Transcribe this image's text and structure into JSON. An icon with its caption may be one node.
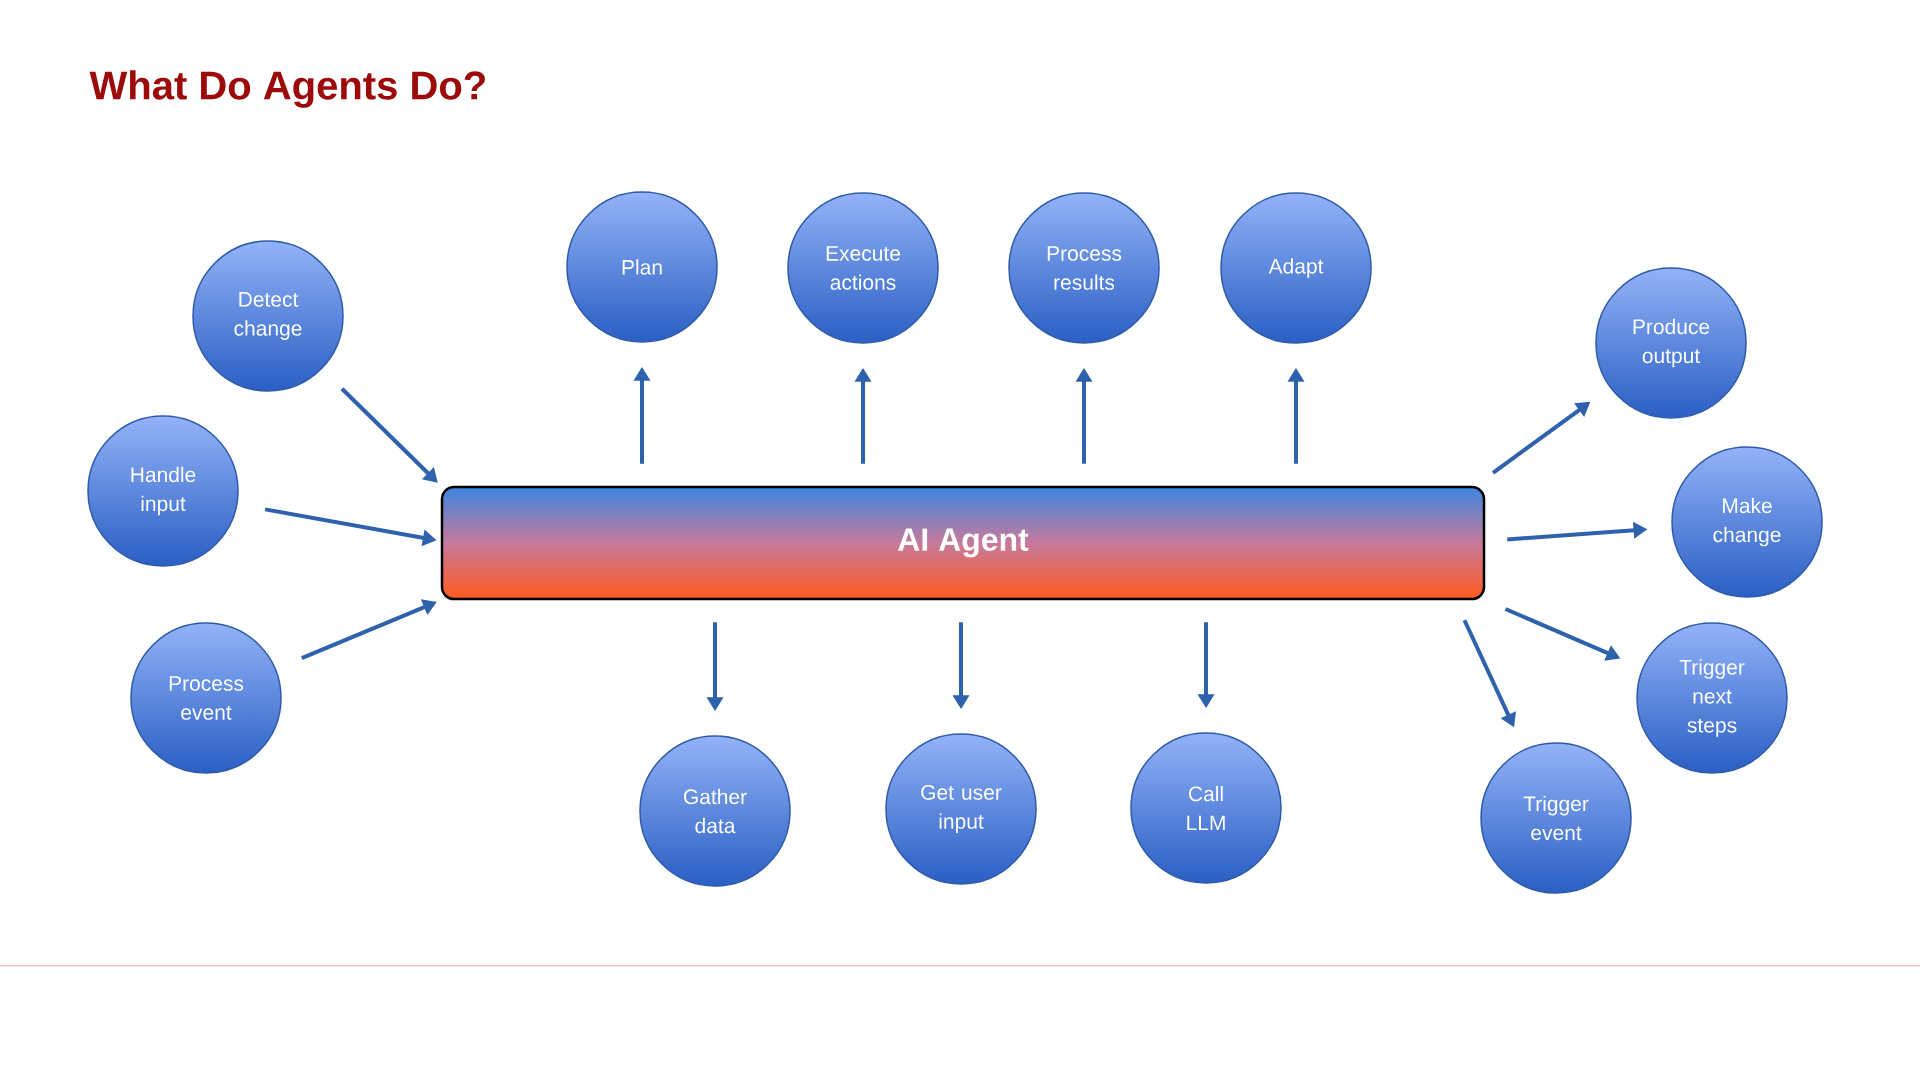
{
  "diagram": {
    "title": "What Do Agents Do?",
    "nodes": [
      {
        "text": [
          "Detect change"
        ]
      },
      {
        "text": [
          "Handle input"
        ]
      },
      {
        "text": [
          "Process event"
        ]
      },
      {
        "text": [
          "AI Agent"
        ]
      },
      {
        "text": [
          "Plan"
        ]
      },
      {
        "text": [
          "Execute actions"
        ]
      },
      {
        "text": [
          "Process results"
        ]
      },
      {
        "text": [
          "Adapt"
        ]
      },
      {
        "text": [
          "Gather data"
        ]
      },
      {
        "text": [
          "Get user input"
        ]
      },
      {
        "text": [
          "Call LLM"
        ]
      },
      {
        "text": [
          "Produce output"
        ]
      },
      {
        "text": [
          "Make change"
        ]
      },
      {
        "text": [
          "Trigger next steps"
        ]
      },
      {
        "text": [
          "Trigger event"
        ]
      }
    ],
    "edges": [
      {
        "from": 0,
        "to": 3,
        "arrow": "to"
      },
      {
        "from": 1,
        "to": 3,
        "arrow": "to"
      },
      {
        "from": 2,
        "to": 3,
        "arrow": "to"
      },
      {
        "from": 3,
        "to": 4,
        "arrow": "to"
      },
      {
        "from": 3,
        "to": 5,
        "arrow": "to"
      },
      {
        "from": 3,
        "to": 6,
        "arrow": "to"
      },
      {
        "from": 3,
        "to": 7,
        "arrow": "to"
      },
      {
        "from": 3,
        "to": 8,
        "arrow": "to"
      },
      {
        "from": 3,
        "to": 9,
        "arrow": "to"
      },
      {
        "from": 3,
        "to": 10,
        "arrow": "to"
      },
      {
        "from": 3,
        "to": 11,
        "arrow": "to"
      },
      {
        "from": 3,
        "to": 12,
        "arrow": "to"
      },
      {
        "from": 3,
        "to": 13,
        "arrow": "to"
      },
      {
        "from": 3,
        "to": 14,
        "arrow": "to"
      }
    ]
  }
}
